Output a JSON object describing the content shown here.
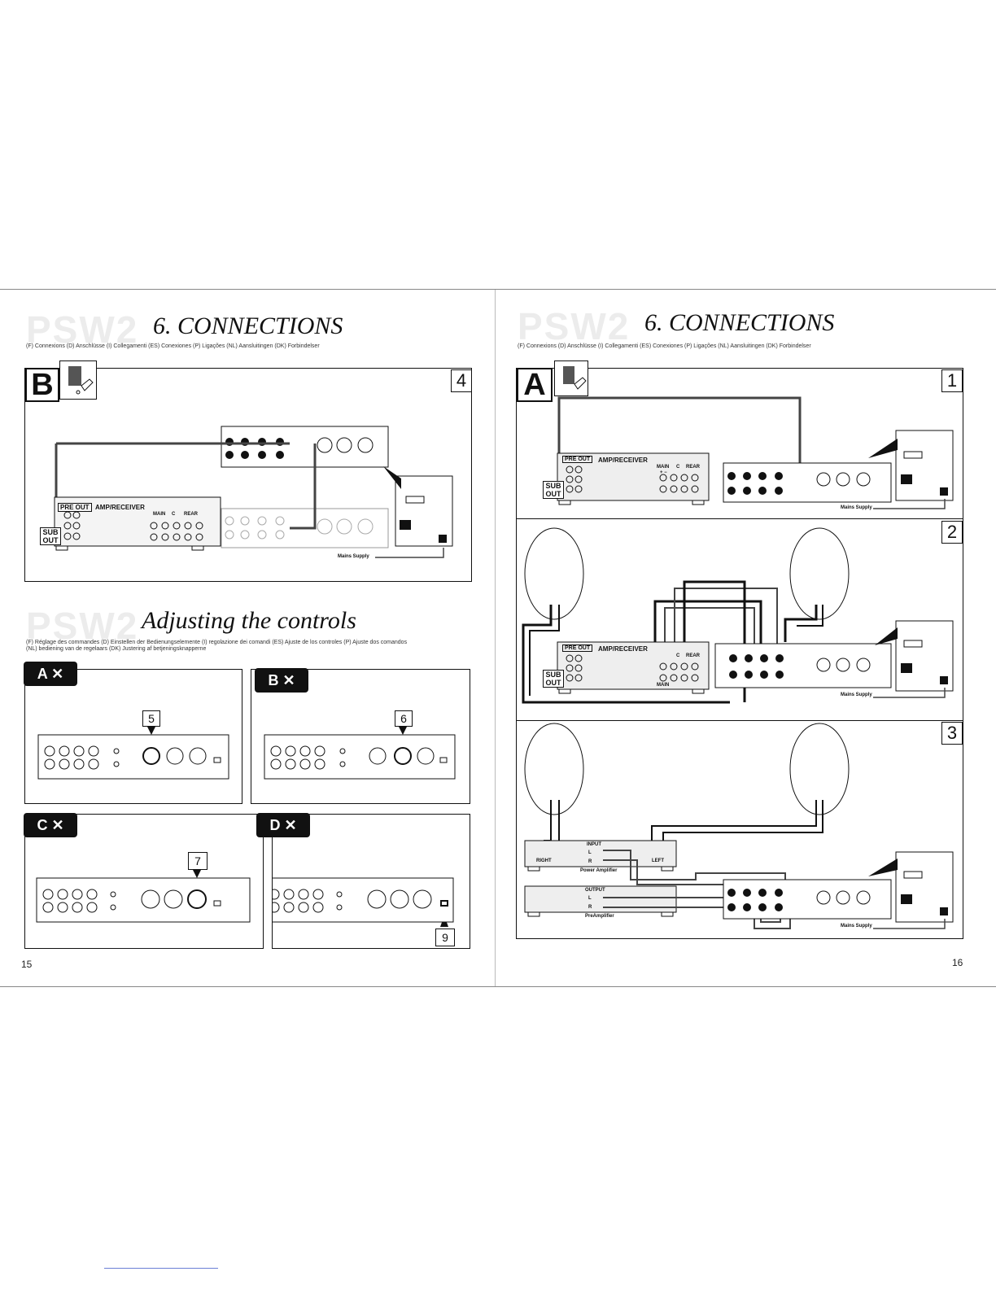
{
  "left_page": {
    "watermark": "PSW2",
    "title": "6.  CONNECTIONS",
    "subtitle": "(F) Connexions   (D) Anschlüsse   (I) Collegamenti   (ES) Conexiones   (P) Ligações   (NL) Aansluitingen   (DK) Forbindelser",
    "panel_b": {
      "letter": "B",
      "step": "4",
      "amp_label": "AMP/RECEIVER",
      "pre_out": "PRE OUT",
      "sub_out_1": "SUB",
      "sub_out_2": "OUT",
      "main_label": "MAIN",
      "c_label": "C",
      "rear_label": "REAR",
      "mains_supply": "Mains Supply"
    },
    "adjust": {
      "watermark": "PSW2",
      "title": "Adjusting the controls",
      "subtitle_line1": "(F) Réglage des commandes   (D) Einstellen der Bedienungselemente   (I) regolazione dei comandi   (ES) Ajuste de los controles   (P) Ajuste dos comandos",
      "subtitle_line2": "(NL) bediening van de regelaars   (DK) Justering af betjeningsknapperne",
      "cells": [
        {
          "letter": "A",
          "marker": "5"
        },
        {
          "letter": "B",
          "marker": "6"
        },
        {
          "letter": "C",
          "marker": "7"
        },
        {
          "letter": "D",
          "marker": "9"
        }
      ]
    },
    "page_number": "15"
  },
  "right_page": {
    "watermark": "PSW2",
    "title": "6.  CONNECTIONS",
    "subtitle": "(F) Connexions   (D) Anschlüsse   (I) Collegamenti   (ES) Conexiones   (P) Ligações   (NL) Aansluitingen   (DK) Forbindelser",
    "panel_a": {
      "letter": "A",
      "steps": [
        "1",
        "2",
        "3"
      ],
      "amp_label": "AMP/RECEIVER",
      "pre_out": "PRE OUT",
      "sub_out_1": "SUB",
      "sub_out_2": "OUT",
      "main_label": "MAIN",
      "c_label": "C",
      "rear_label": "REAR",
      "plus_minus": "+  −",
      "mains_supply": "Mains Supply",
      "input_label": "INPUT",
      "output_label": "OUTPUT",
      "right_label": "RIGHT",
      "left_label": "LEFT",
      "power_amp_label": "Power Amplifier",
      "preamp_label": "PreAmplifier",
      "l_label": "L",
      "r_label": "R"
    },
    "page_number": "16"
  }
}
